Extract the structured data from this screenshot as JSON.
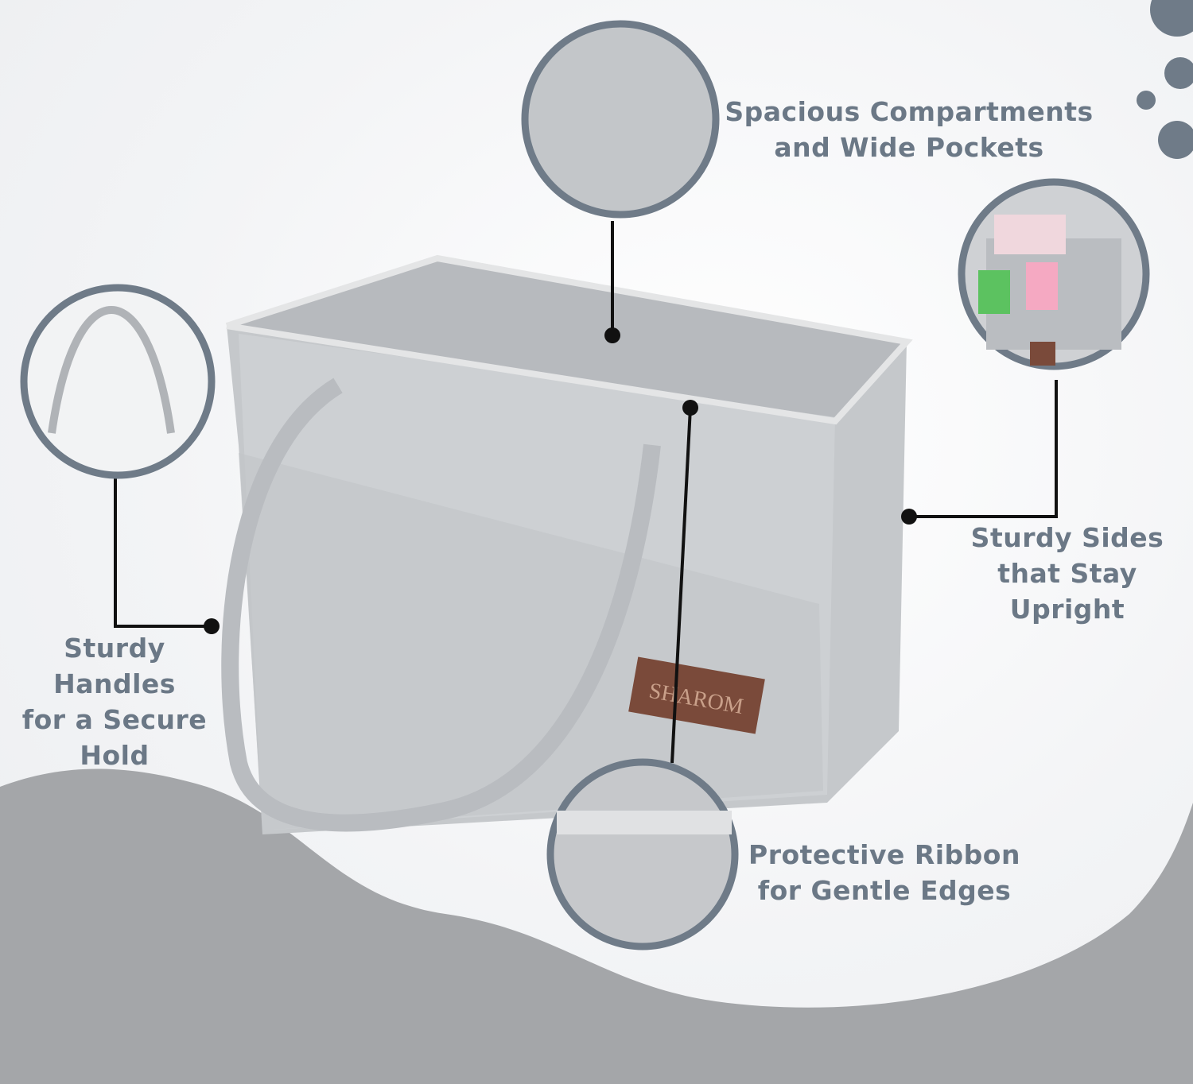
{
  "colors": {
    "accent": "#6f7b88",
    "text": "#6b7886",
    "wave": "#a4a6a9",
    "felt": "#c9cbce",
    "line": "#111111",
    "badge": "#7a4a3a"
  },
  "brand": {
    "logo_text": "SHAROM"
  },
  "callouts": {
    "compartments": {
      "lines": [
        "Spacious Compartments",
        "and Wide Pockets"
      ]
    },
    "sides": {
      "lines": [
        "Sturdy Sides",
        "that Stay",
        "Upright"
      ]
    },
    "handles": {
      "lines": [
        "Sturdy",
        "Handles",
        "for a Secure",
        "Hold"
      ]
    },
    "ribbon": {
      "lines": [
        "Protective Ribbon",
        "for Gentle Edges"
      ]
    }
  }
}
